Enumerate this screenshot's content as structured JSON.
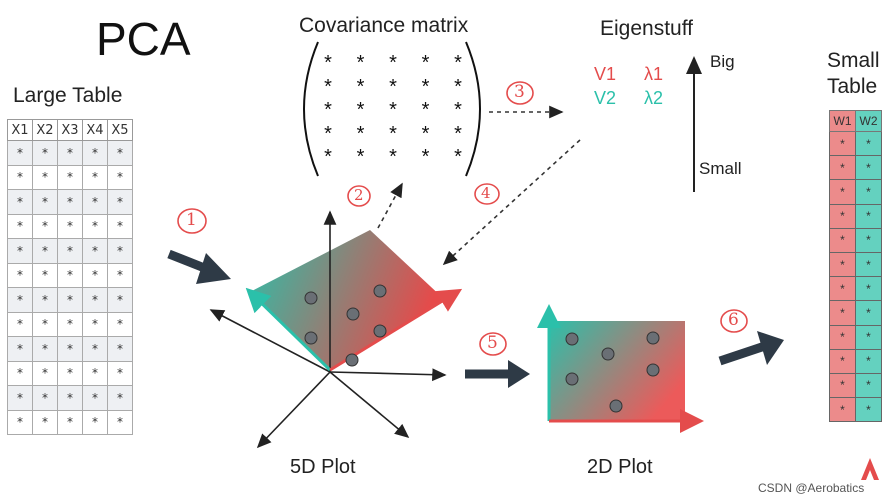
{
  "title": "PCA",
  "large_table": {
    "label": "Large Table",
    "headers": [
      "X1",
      "X2",
      "X3",
      "X4",
      "X5"
    ],
    "cell_value": "*",
    "row_count": 12
  },
  "covariance": {
    "label": "Covariance matrix",
    "cell_value": "*",
    "rows": 5,
    "cols": 5
  },
  "eigen": {
    "label": "Eigenstuff",
    "v1": "V1",
    "v2": "V2",
    "l1": "λ1",
    "l2": "λ2",
    "big": "Big",
    "small": "Small"
  },
  "plots": {
    "five_d": "5D Plot",
    "two_d": "2D Plot"
  },
  "small_table": {
    "label_line1": "Small",
    "label_line2": "Table",
    "headers": [
      "W1",
      "W2"
    ],
    "cell_value": "*",
    "row_count": 12
  },
  "steps": [
    "1",
    "2",
    "3",
    "4",
    "5",
    "6"
  ],
  "watermark": "CSDN @Aerobatics",
  "colors": {
    "red": "#e44c4c",
    "teal": "#2bc0aa",
    "arrow": "#2e3a46"
  }
}
